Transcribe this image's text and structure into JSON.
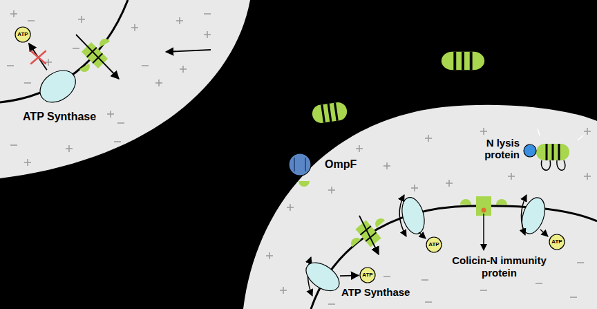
{
  "diagram": {
    "nodes": [
      {
        "text": [
          "ATP"
        ]
      },
      {
        "text": [
          "ATP Synthase"
        ]
      },
      {
        "text": [
          "OmpF"
        ]
      },
      {
        "text": [
          "N lysis protein"
        ]
      },
      {
        "text": [
          "ATP"
        ]
      },
      {
        "text": [
          "ATP"
        ]
      },
      {
        "text": [
          "ATP Synthase"
        ]
      },
      {
        "text": [
          "ATP"
        ]
      }
    ],
    "edges": [
      {
        "from": 1,
        "to": 0,
        "arrow": "to"
      },
      {
        "from": 6,
        "to": 7,
        "arrow": "to"
      }
    ],
    "labels": [
      "Colicin-N immunity protein"
    ]
  }
}
